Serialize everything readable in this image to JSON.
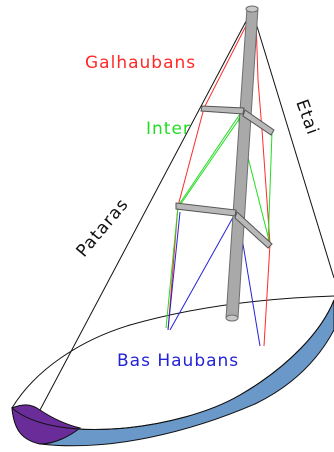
{
  "labels": {
    "galhaubans": "Galhaubans",
    "inter": "Inter",
    "etai": "Etai",
    "pataras": "Pataras",
    "bas_haubans": "Bas Haubans"
  },
  "colors": {
    "galhaubans": "#ff2a2a",
    "inter": "#22dd22",
    "bas_haubans": "#2323d8",
    "black_rigging": "#111111",
    "mast_fill": "#a9a9a9",
    "mast_stroke": "#6e6e6e",
    "hull_blue": "#6a98c8",
    "hull_purple": "#6a2c98"
  }
}
